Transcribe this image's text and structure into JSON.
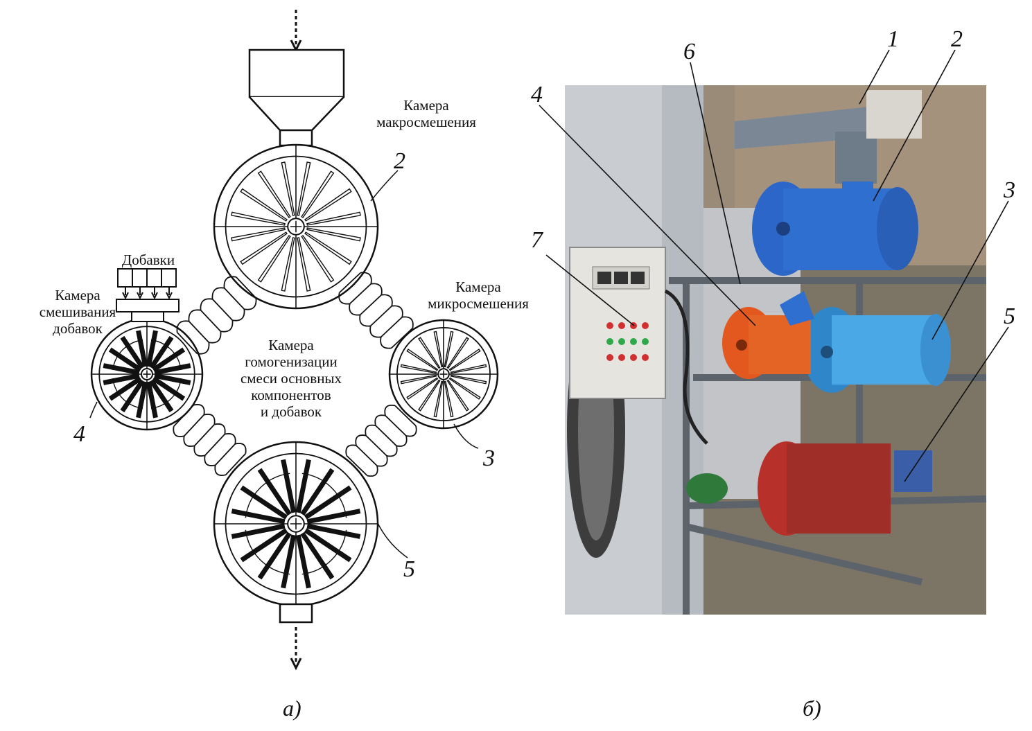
{
  "scheme": {
    "labels": {
      "macro": "Камера\nмакросмешения",
      "micro": "Камера\nмикросмешения",
      "additives": "Добавки",
      "additive_mixing": "Камера\nсмешивания\nдобавок",
      "homogenization": "Камера\nгомогенизации\nсмеси основных\nкомпонентов\nи добавок"
    },
    "numbers": {
      "n2": "2",
      "n3": "3",
      "n4": "4",
      "n5": "5"
    },
    "caption": "а)"
  },
  "photo": {
    "numbers": {
      "n1": "1",
      "n2": "2",
      "n3": "3",
      "n4": "4",
      "n5": "5",
      "n6": "6",
      "n7": "7"
    },
    "caption": "б)"
  },
  "colors": {
    "line": "#1a1a1a",
    "blue_drum": "#2f6fd0",
    "light_blue_drum": "#4aa8e6",
    "orange_drum": "#e2581e",
    "red_drum": "#b8302a",
    "control_cabinet": "#e6e4df",
    "wall": "#8b7a68",
    "frame": "#6b7078"
  }
}
